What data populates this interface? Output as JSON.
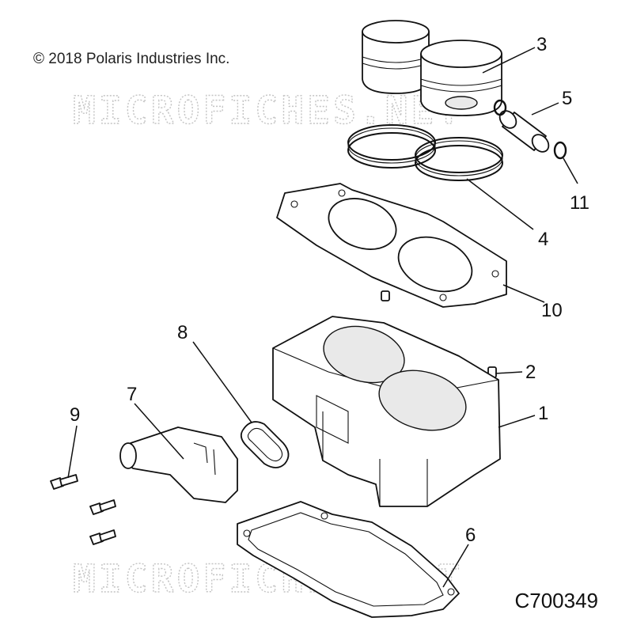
{
  "copyright": "© 2018 Polaris Industries Inc.",
  "drawing_id": "C700349",
  "watermark": "MICROFICHES.NET",
  "callouts": [
    "1",
    "2",
    "3",
    "4",
    "5",
    "6",
    "7",
    "8",
    "9",
    "10",
    "11"
  ]
}
